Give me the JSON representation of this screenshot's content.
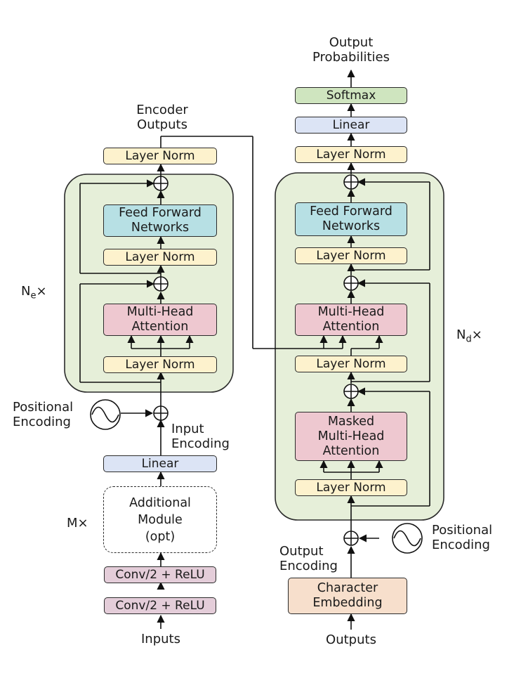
{
  "encoder": {
    "outputs_label": "Encoder\nOutputs",
    "layer_norm_top": "Layer Norm",
    "feed_forward": "Feed Forward\nNetworks",
    "layer_norm_ffn": "Layer Norm",
    "attention": "Multi-Head\nAttention",
    "layer_norm_att": "Layer Norm",
    "repeat": {
      "base": "N",
      "sub": "e",
      "suffix": "×"
    },
    "positional_encoding": "Positional\nEncoding",
    "input_encoding": "Input\nEncoding",
    "linear": "Linear",
    "additional_module": "Additional\nModule\n(opt)",
    "module_repeat": "M×",
    "conv1": "Conv/2 + ReLU",
    "conv2": "Conv/2 + ReLU",
    "inputs": "Inputs"
  },
  "decoder": {
    "output_probabilities": "Output\nProbabilities",
    "softmax": "Softmax",
    "linear": "Linear",
    "layer_norm_top": "Layer Norm",
    "feed_forward": "Feed Forward\nNetworks",
    "layer_norm_ffn": "Layer Norm",
    "attention": "Multi-Head\nAttention",
    "layer_norm_att": "Layer Norm",
    "masked_attention": "Masked\nMulti-Head\nAttention",
    "layer_norm_masked": "Layer Norm",
    "repeat": {
      "base": "N",
      "sub": "d",
      "suffix": "×"
    },
    "positional_encoding": "Positional\nEncoding",
    "output_encoding": "Output\nEncoding",
    "character_embedding": "Character\nEmbedding",
    "outputs": "Outputs"
  },
  "colors": {
    "layer_norm": "#fdf2cd",
    "linear": "#dce4f5",
    "softmax": "#cfe5bf",
    "feed_forward": "#b7e0e4",
    "attention": "#eec8d0",
    "conv": "#e4cdd9",
    "embedding": "#f7dfcc",
    "stack_fill": "#e6efd9"
  }
}
